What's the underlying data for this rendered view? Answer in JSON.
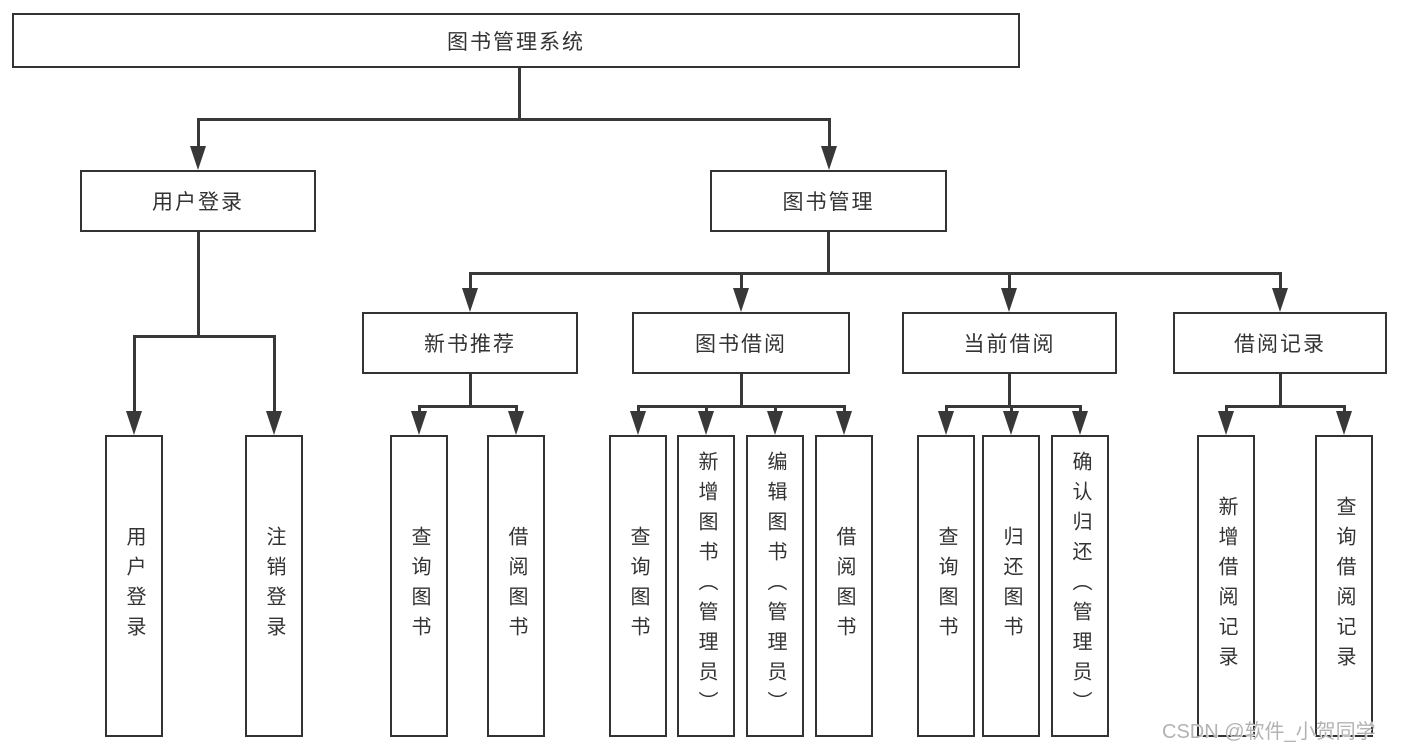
{
  "diagram": {
    "type": "hierarchy-tree",
    "title": "图书管理系统",
    "tree": {
      "root": {
        "label": "图书管理系统"
      },
      "branches": [
        {
          "label": "用户登录",
          "leaves": [
            {
              "label": "用户登录"
            },
            {
              "label": "注销登录"
            }
          ]
        },
        {
          "label": "图书管理",
          "groups": [
            {
              "label": "新书推荐",
              "leaves": [
                {
                  "label": "查询图书"
                },
                {
                  "label": "借阅图书"
                }
              ]
            },
            {
              "label": "图书借阅",
              "leaves": [
                {
                  "label": "查询图书"
                },
                {
                  "label": "新增图书（管理员）"
                },
                {
                  "label": "编辑图书（管理员）"
                },
                {
                  "label": "借阅图书"
                }
              ]
            },
            {
              "label": "当前借阅",
              "leaves": [
                {
                  "label": "查询图书"
                },
                {
                  "label": "归还图书"
                },
                {
                  "label": "确认归还（管理员）"
                }
              ]
            },
            {
              "label": "借阅记录",
              "leaves": [
                {
                  "label": "新增借阅记录"
                },
                {
                  "label": "查询借阅记录"
                }
              ]
            }
          ]
        }
      ]
    }
  },
  "watermark": {
    "text": "CSDN @软件_小贺同学"
  },
  "colors": {
    "line": "#383838",
    "box_border": "#333333",
    "text": "#333333",
    "background": "#ffffff",
    "watermark": "#b3b3b3"
  }
}
